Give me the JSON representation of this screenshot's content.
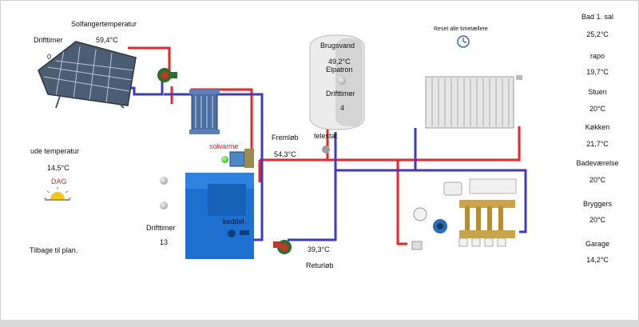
{
  "solar": {
    "title": "Solfangertemperatur",
    "hours_label": "Drifttimer",
    "hours_value": "0",
    "temperature": "59,4°C"
  },
  "outdoor": {
    "label": "ude temperatur",
    "temperature": "14,5°C",
    "mode": "DAG"
  },
  "boiler": {
    "hours_label": "Drifttimer",
    "hours_value": "13",
    "name": "keddel"
  },
  "back_link": "Tilbage til plan.",
  "solvarme_label": "solvarme",
  "flow": {
    "supply_label": "Fremløb",
    "supply_temperature": "54,3°C",
    "return_label": "Returløb",
    "return_temperature": "39,3°C",
    "thermostat_label": "telestat"
  },
  "tank": {
    "title": "Brugsvand",
    "temperature": "49,2°C",
    "elpatron_label": "Elpatron",
    "hours_label": "Drifttimer",
    "hours_value": "4"
  },
  "reset_label": "Reset alle timetællere",
  "rooms": [
    {
      "name": "Bad 1. sal",
      "temperature": "25,2°C"
    },
    {
      "name": "rapo",
      "temperature": "19,7°C"
    },
    {
      "name": "Stuen",
      "temperature": "20°C"
    },
    {
      "name": "Køkken",
      "temperature": "21,7°C"
    },
    {
      "name": "Badeværelse",
      "temperature": "20°C"
    },
    {
      "name": "Bryggers",
      "temperature": "20°C"
    },
    {
      "name": "Garage",
      "temperature": "14,2°C"
    }
  ],
  "colors": {
    "supply_pipe": "#e8262b",
    "return_pipe": "#3e3bc0",
    "boiler_body": "#1d6fd0",
    "solvarme_text": "#e22222"
  },
  "icons": {
    "solar_collector": "solar-panel-icon",
    "pump": "circulation-pump-icon",
    "heat_exchanger": "heat-exchanger-icon",
    "radiator": "radiator-icon",
    "manifold": "floor-heating-manifold-icon",
    "reset": "clock-icon",
    "day_mode": "sun-icon"
  }
}
